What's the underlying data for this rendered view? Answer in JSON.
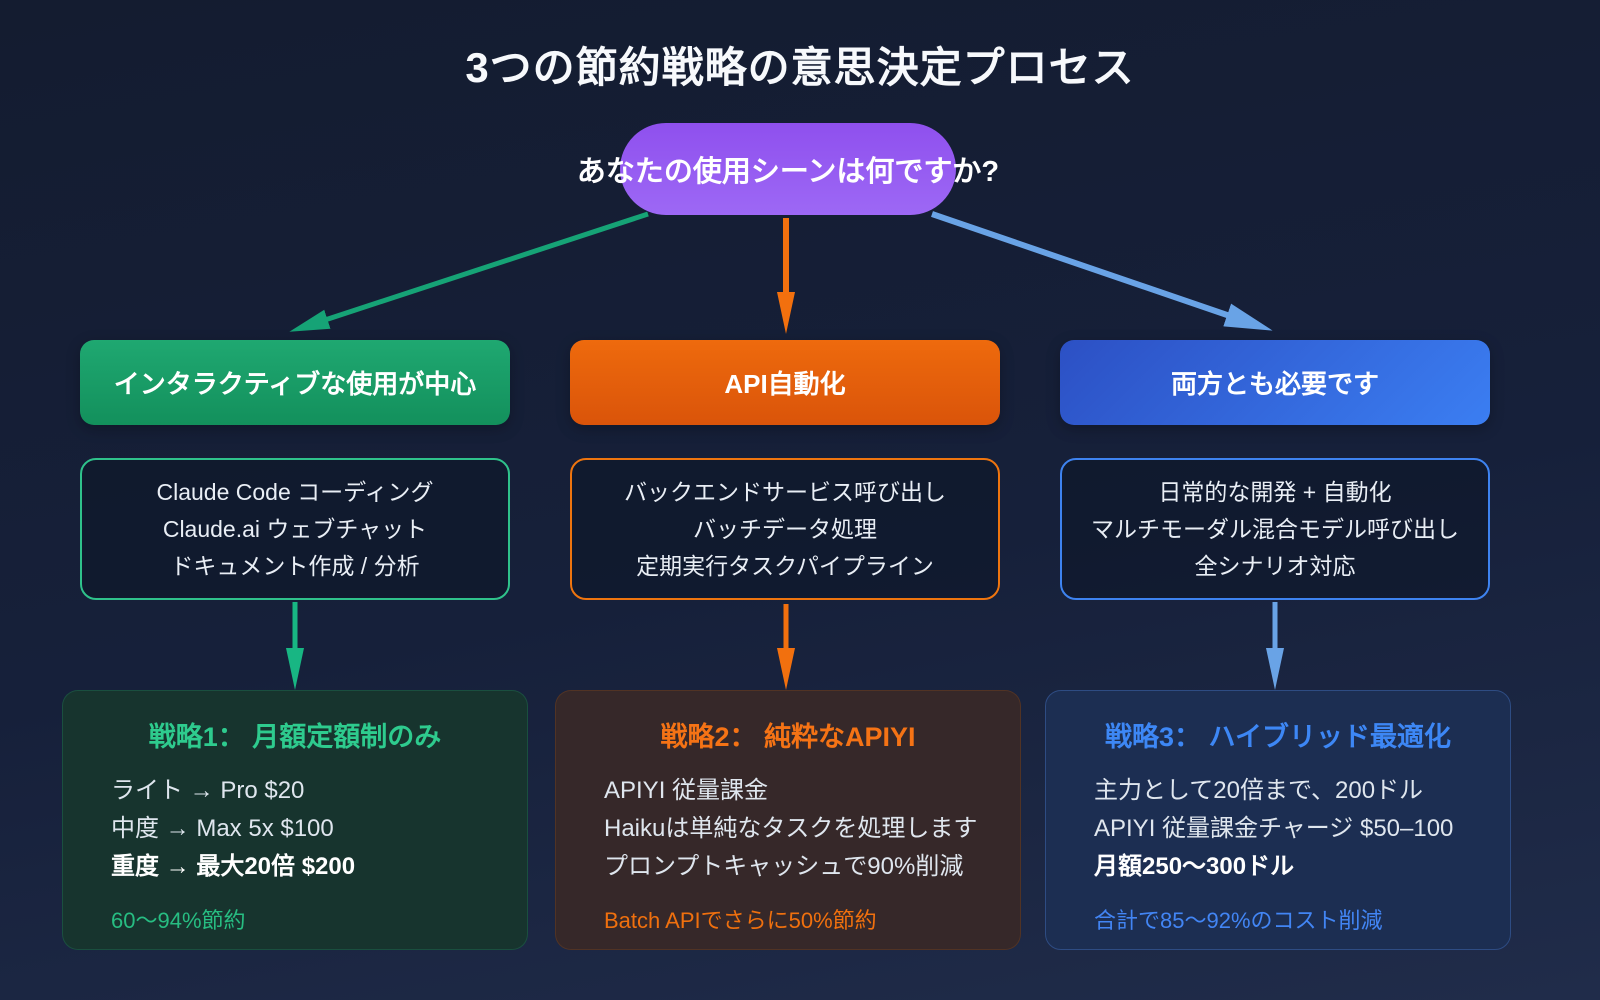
{
  "title": "3つの節約戦略の意思決定プロセス",
  "root_question": "あなたの使用シーンは何ですか?",
  "colors": {
    "background": "#17213a",
    "root_node_purple": "#9258f0",
    "branch_green": "#18a26b",
    "branch_orange": "#e8600a",
    "branch_blue": "#3b82f6",
    "arrow_green": "#16a376",
    "arrow_orange": "#f2700e",
    "arrow_blue": "#69a3e6",
    "card_green_bg": "#17342e",
    "card_orange_bg": "#362829",
    "card_blue_bg": "#1c2e52"
  },
  "branches": [
    {
      "header": "インタラクティブな使用が中心",
      "details": [
        "Claude Code コーディング",
        "Claude.ai ウェブチャット",
        "ドキュメント作成 / 分析"
      ],
      "strategy": {
        "title": "戦略1： 月額定額制のみ",
        "lines": [
          {
            "text": "ライト → Pro $20",
            "bold": false
          },
          {
            "text": "中度 → Max 5x $100",
            "bold": false
          },
          {
            "text": "重度 → 最大20倍 $200",
            "bold": true
          }
        ],
        "highlight": "60〜94%節約"
      }
    },
    {
      "header": "API自動化",
      "details": [
        "バックエンドサービス呼び出し",
        "バッチデータ処理",
        "定期実行タスクパイプライン"
      ],
      "strategy": {
        "title": "戦略2： 純粋なAPIYI",
        "lines": [
          {
            "text": "APIYI 従量課金",
            "bold": false
          },
          {
            "text": "Haikuは単純なタスクを処理します",
            "bold": false
          },
          {
            "text": "プロンプトキャッシュで90%削減",
            "bold": false
          }
        ],
        "highlight": "Batch APIでさらに50%節約"
      }
    },
    {
      "header": "両方とも必要です",
      "details": [
        "日常的な開発 + 自動化",
        "マルチモーダル混合モデル呼び出し",
        "全シナリオ対応"
      ],
      "strategy": {
        "title": "戦略3： ハイブリッド最適化",
        "lines": [
          {
            "text": "主力として20倍まで、200ドル",
            "bold": false
          },
          {
            "text": "APIYI 従量課金チャージ $50–100",
            "bold": false
          },
          {
            "text": "月額250〜300ドル",
            "bold": true
          }
        ],
        "highlight": "合計で85〜92%のコスト削減"
      }
    }
  ]
}
